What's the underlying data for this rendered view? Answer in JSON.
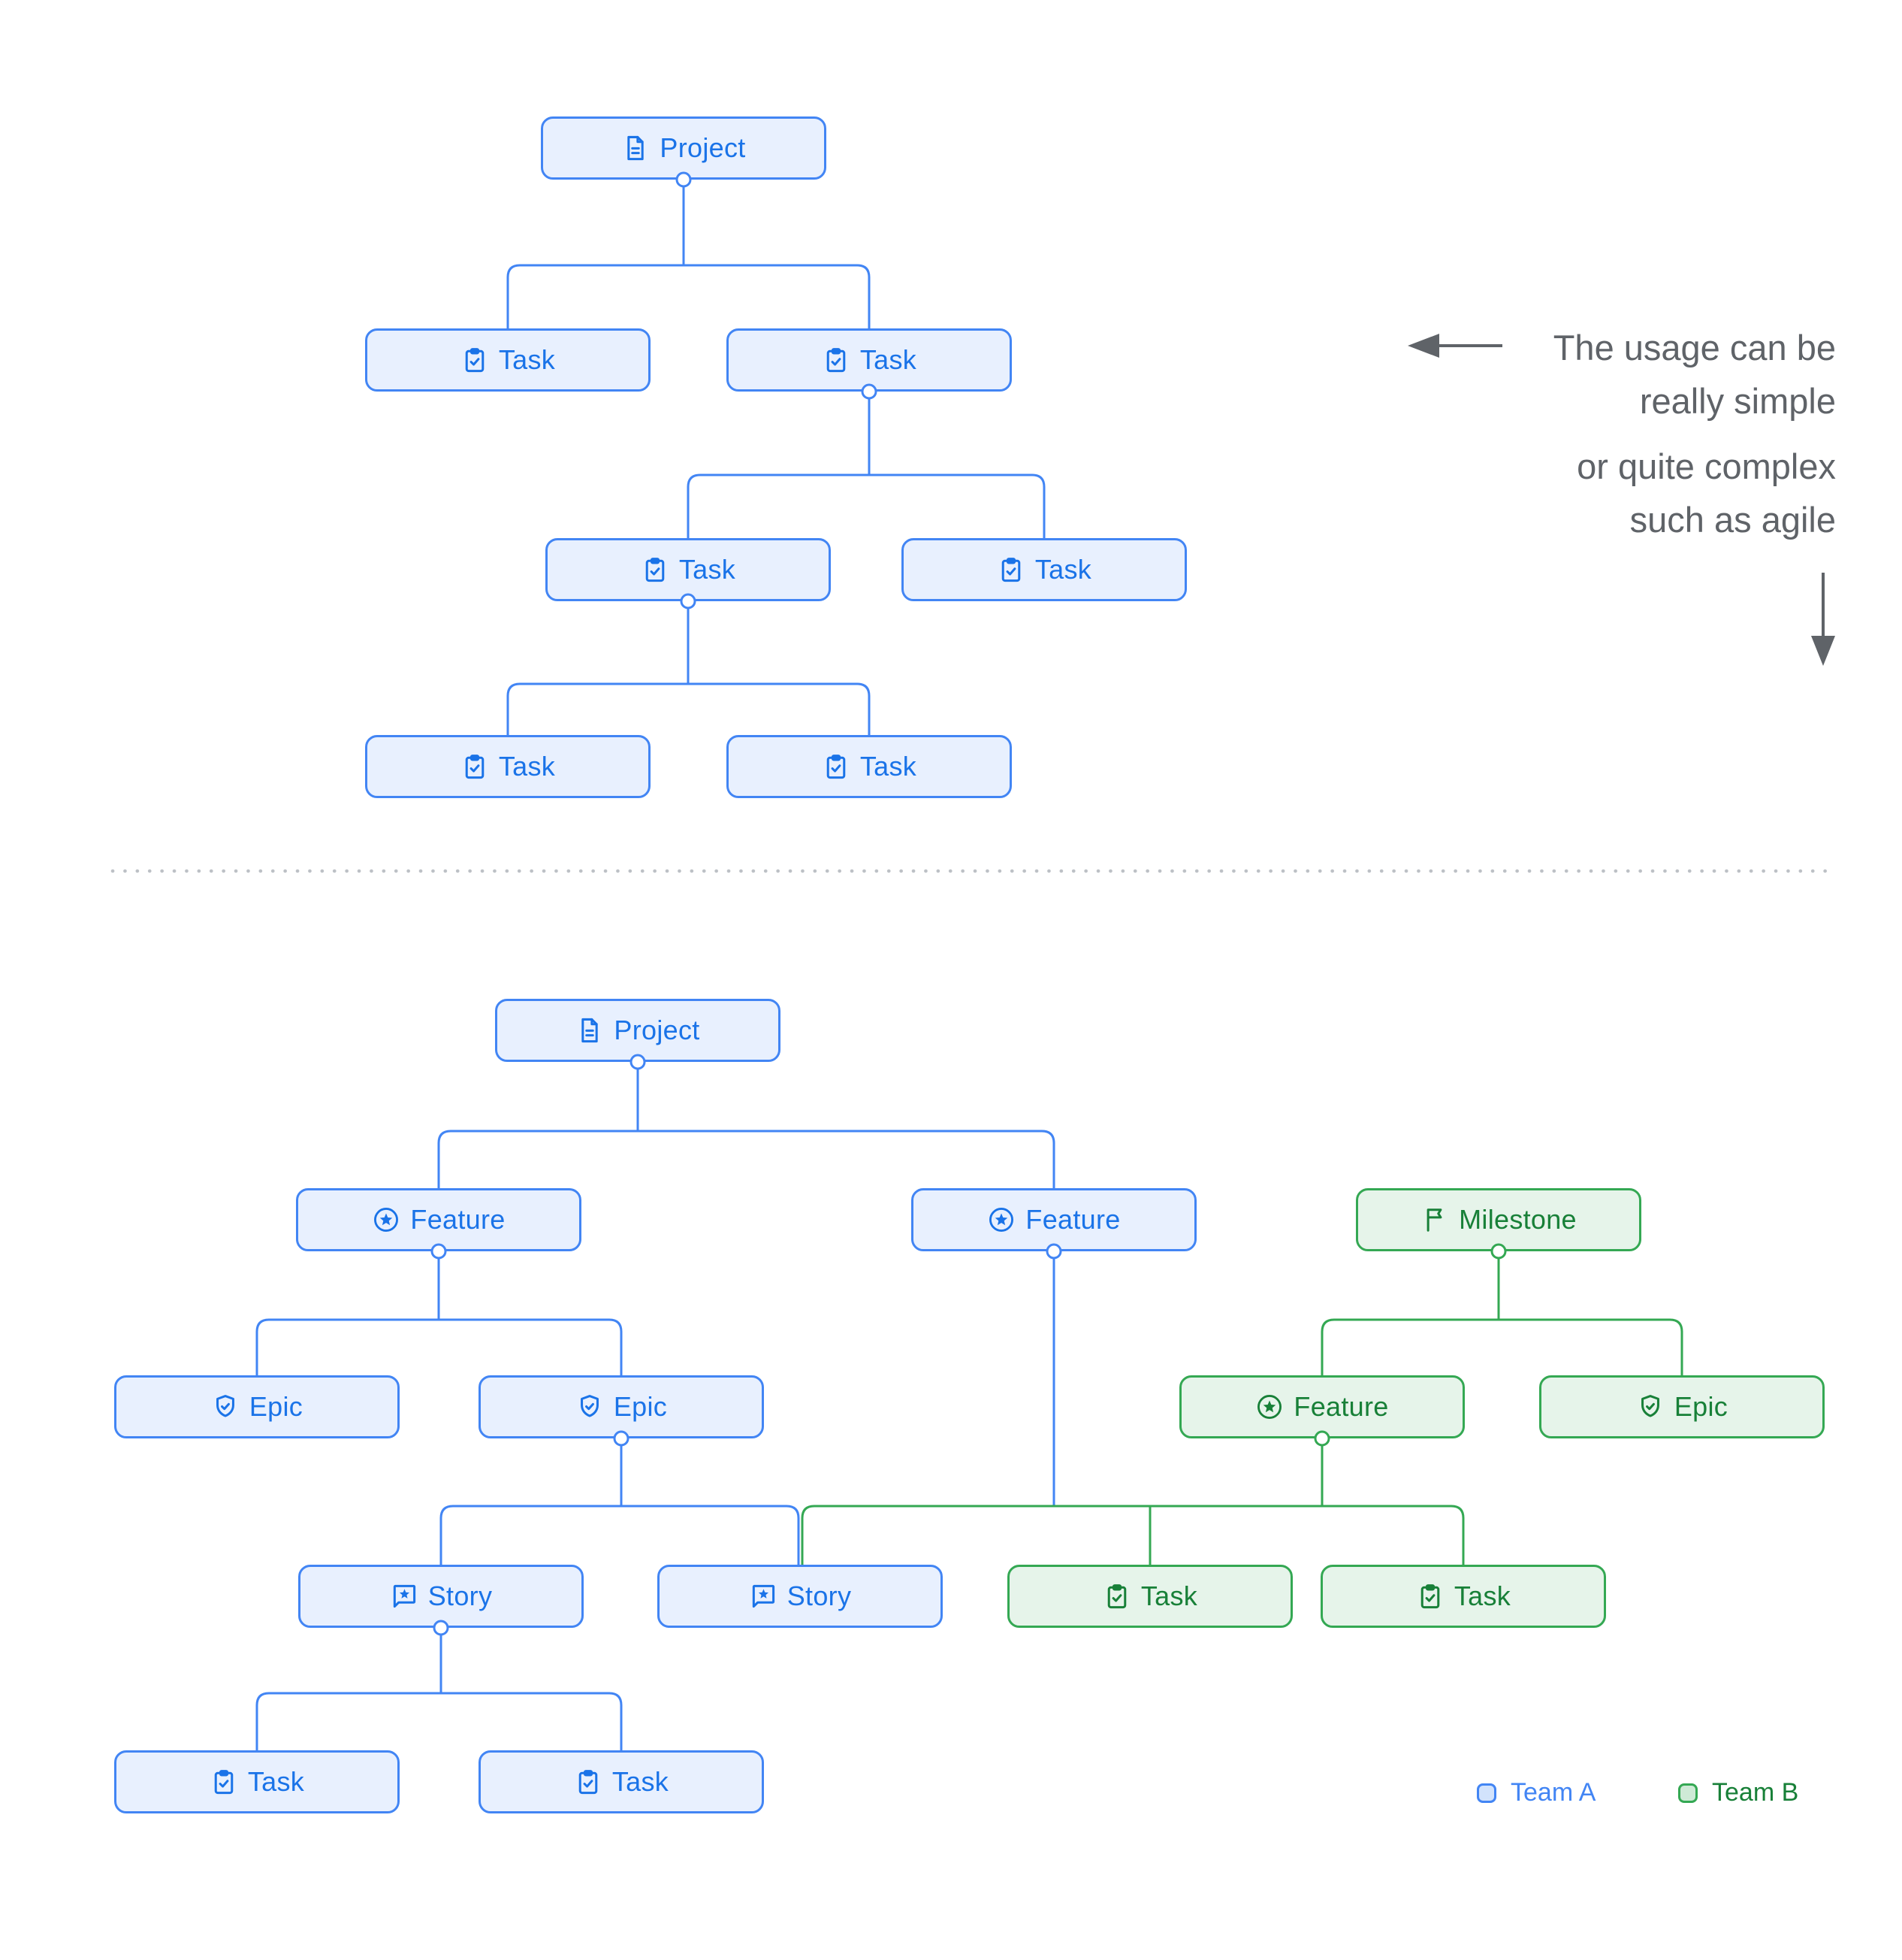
{
  "annotation": {
    "lines": [
      "The usage can be",
      "really simple",
      "or quite complex",
      "such as agile"
    ]
  },
  "colors": {
    "team_a": {
      "border": "#4285F4",
      "fill": "#E8F0FE",
      "text": "#1A73E8"
    },
    "team_b": {
      "border": "#34A853",
      "fill": "#E6F4EA",
      "text": "#188038"
    },
    "annotation_text": "#5F6368",
    "separator_dots": "#BDC1C6"
  },
  "simple_tree": {
    "nodes": [
      {
        "id": "p",
        "label": "Project",
        "icon": "document-icon",
        "team": "a"
      },
      {
        "id": "t1",
        "label": "Task",
        "icon": "task-icon",
        "team": "a"
      },
      {
        "id": "t2",
        "label": "Task",
        "icon": "task-icon",
        "team": "a"
      },
      {
        "id": "t3",
        "label": "Task",
        "icon": "task-icon",
        "team": "a"
      },
      {
        "id": "t4",
        "label": "Task",
        "icon": "task-icon",
        "team": "a"
      },
      {
        "id": "t5",
        "label": "Task",
        "icon": "task-icon",
        "team": "a"
      },
      {
        "id": "t6",
        "label": "Task",
        "icon": "task-icon",
        "team": "a"
      }
    ]
  },
  "complex_tree": {
    "nodes": [
      {
        "id": "bp",
        "label": "Project",
        "icon": "document-icon",
        "team": "a"
      },
      {
        "id": "bf1",
        "label": "Feature",
        "icon": "feature-icon",
        "team": "a"
      },
      {
        "id": "bf2",
        "label": "Feature",
        "icon": "feature-icon",
        "team": "a"
      },
      {
        "id": "gm",
        "label": "Milestone",
        "icon": "milestone-icon",
        "team": "b"
      },
      {
        "id": "be1",
        "label": "Epic",
        "icon": "epic-icon",
        "team": "a"
      },
      {
        "id": "be2",
        "label": "Epic",
        "icon": "epic-icon",
        "team": "a"
      },
      {
        "id": "gf",
        "label": "Feature",
        "icon": "feature-icon",
        "team": "b"
      },
      {
        "id": "ge",
        "label": "Epic",
        "icon": "epic-icon",
        "team": "b"
      },
      {
        "id": "bs1",
        "label": "Story",
        "icon": "story-icon",
        "team": "a"
      },
      {
        "id": "bs2",
        "label": "Story",
        "icon": "story-icon",
        "team": "a"
      },
      {
        "id": "gt1",
        "label": "Task",
        "icon": "task-icon",
        "team": "b"
      },
      {
        "id": "gt2",
        "label": "Task",
        "icon": "task-icon",
        "team": "b"
      },
      {
        "id": "bt1",
        "label": "Task",
        "icon": "task-icon",
        "team": "a"
      },
      {
        "id": "bt2",
        "label": "Task",
        "icon": "task-icon",
        "team": "a"
      }
    ]
  },
  "legend": {
    "items": [
      {
        "label": "Team A",
        "team": "a"
      },
      {
        "label": "Team B",
        "team": "b"
      }
    ]
  }
}
